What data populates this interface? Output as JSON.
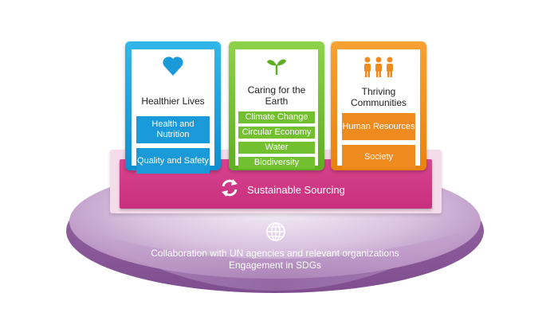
{
  "pillars": [
    {
      "title": "Healthier Lives",
      "icon": "heart-icon",
      "color": "#1aa3e0",
      "items": [
        "Health and Nutrition",
        "Quality and Safety"
      ]
    },
    {
      "title": "Caring for the Earth",
      "icon": "sprout-icon",
      "color": "#72bf2f",
      "items": [
        "Climate Change",
        "Circular Economy",
        "Water",
        "Biodiversity"
      ]
    },
    {
      "title": "Thriving Communities",
      "icon": "people-icon",
      "color": "#ef8a1e",
      "items": [
        "Human Resources",
        "Society"
      ]
    }
  ],
  "sourcing": {
    "label": "Sustainable Sourcing",
    "icon": "recycle-icon",
    "color": "#cc3384"
  },
  "foundation": {
    "icon": "globe-icon",
    "line1": "Collaboration with UN agencies and relevant organizations",
    "line2": "Engagement in SDGs",
    "color": "#b98cc0"
  }
}
